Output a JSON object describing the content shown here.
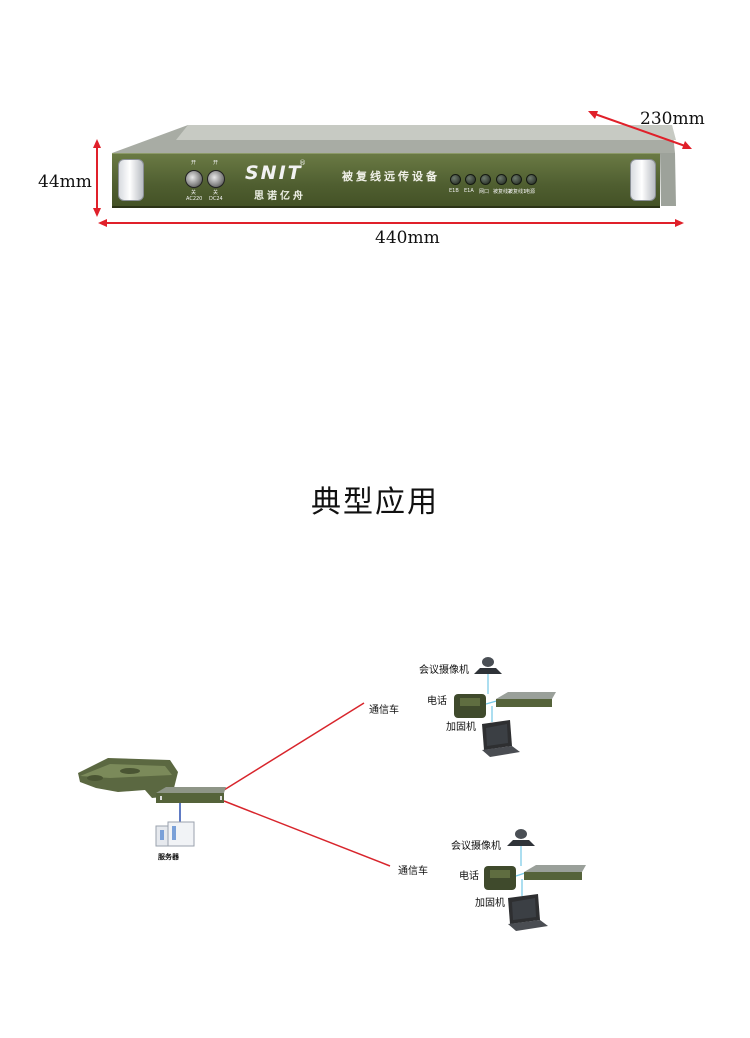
{
  "product": {
    "dimensions": {
      "height": "44mm",
      "width": "440mm",
      "depth": "230mm"
    },
    "panel": {
      "brand": "SNIT",
      "trademark": "®",
      "brand_cn": "思诺亿舟",
      "device_name": "被复线远传设备",
      "switches": [
        {
          "top": "开",
          "bottom": "关",
          "label": "AC220"
        },
        {
          "top": "开",
          "bottom": "关",
          "label": "DC24"
        }
      ],
      "indicators": [
        "E1B",
        "E1A",
        "网口",
        "被复线2",
        "被复线1",
        "电源"
      ]
    }
  },
  "section": {
    "title": "典型应用"
  },
  "diagram": {
    "server_label": "服务器",
    "vehicles": [
      {
        "label": "通信车",
        "camera": "会议摄像机",
        "phone": "电话",
        "laptop": "加固机"
      },
      {
        "label": "通信车",
        "camera": "会议摄像机",
        "phone": "电话",
        "laptop": "加固机"
      }
    ],
    "colors": {
      "link": "#d8252c",
      "panel": "#4f5e30",
      "dimension": "#e0202a"
    }
  }
}
